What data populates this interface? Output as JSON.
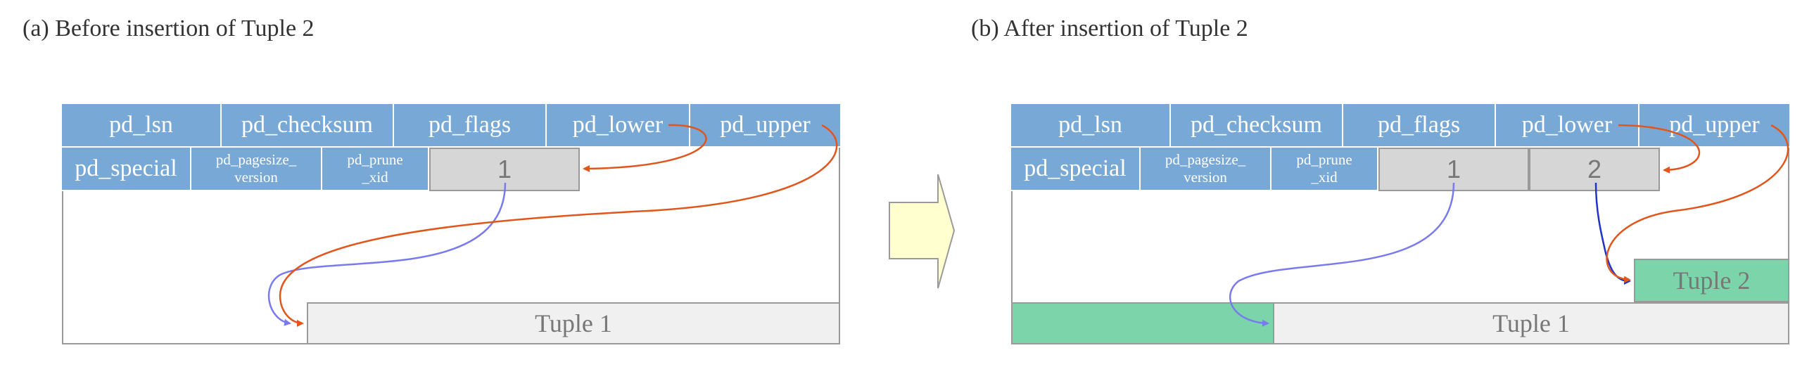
{
  "captions": {
    "before": "(a) Before insertion of Tuple 2",
    "after": "(b) After insertion of Tuple 2"
  },
  "header_fields": {
    "pd_lsn": "pd_lsn",
    "pd_checksum": "pd_checksum",
    "pd_flags": "pd_flags",
    "pd_lower": "pd_lower",
    "pd_upper": "pd_upper",
    "pd_special": "pd_special",
    "pd_pagesize_version": "pd_pagesize_\nversion",
    "pd_prune_xid": "pd_prune\n_xid"
  },
  "line_pointers": {
    "lp1": "1",
    "lp2": "2"
  },
  "tuples": {
    "tuple1": "Tuple 1",
    "tuple2": "Tuple 2"
  },
  "colors": {
    "header": "#78a9d6",
    "line_pointer": "#d6d6d6",
    "tuple_old": "#f0f0f0",
    "tuple_new": "#7bd4aa",
    "arrow_pointer": "#e0561c",
    "arrow_lp": "#7a7af0",
    "arrow_lp_new": "#2233cc",
    "transition_arrow": "#ffffd0"
  }
}
